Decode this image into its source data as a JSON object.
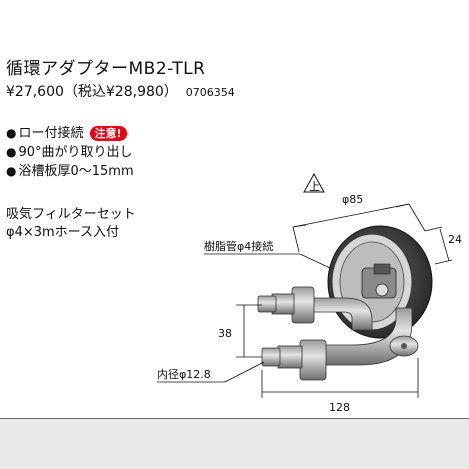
{
  "product": {
    "title": "循環アダプターMB2-TLR",
    "price": "¥27,600（税込¥28,980）",
    "code": "0706354"
  },
  "features": [
    {
      "text": "ロー付接続",
      "badge": "注意!"
    },
    {
      "text": "90°曲がり取り出し"
    },
    {
      "text": "浴槽板厚0～15mm"
    }
  ],
  "filter_note": {
    "line1": "吸気フィルターセット",
    "line2": "φ4×3mホース入付"
  },
  "diagram": {
    "up_mark": "上",
    "dim_diameter": "φ85",
    "dim_depth": "24",
    "resin_pipe": "樹脂管φ4接続",
    "dim_spacing": "38",
    "inner_diameter": "内径φ12.8",
    "dim_width": "128"
  }
}
